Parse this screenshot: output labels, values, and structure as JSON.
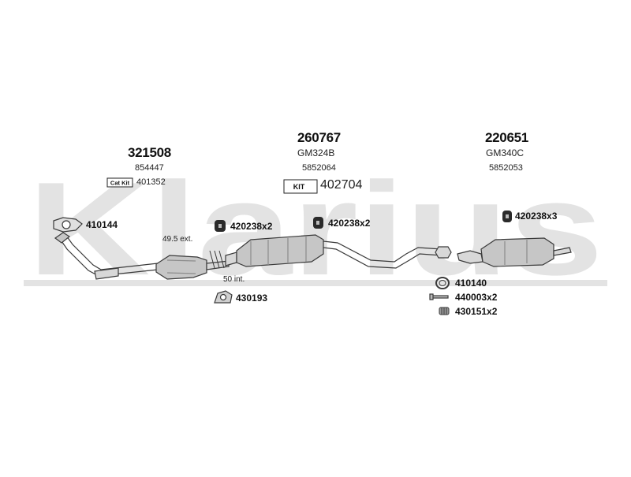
{
  "watermark": {
    "text": "Klarius",
    "color": "#e3e3e3"
  },
  "colors": {
    "line": "#3a3a3a",
    "metal": "#c6c6c6",
    "metal_dark": "#8c8c8c"
  },
  "groups": [
    {
      "main": "321508",
      "sub1": "854447",
      "badge": "Cat Kit",
      "sub2": "401352"
    },
    {
      "main": "260767",
      "sub1": "GM324B",
      "sub2": "5852064",
      "badge": "KIT",
      "kit": "402704"
    },
    {
      "main": "220651",
      "sub1": "GM340C",
      "sub2": "5852053"
    }
  ],
  "parts": [
    {
      "code": "410144",
      "icon": "gasket-icon"
    },
    {
      "code": "420238x2",
      "icon": "rubber-mount-icon"
    },
    {
      "code": "420238x2",
      "icon": "rubber-mount-icon"
    },
    {
      "code": "420238x3",
      "icon": "rubber-mount-icon"
    },
    {
      "code": "430193",
      "icon": "clamp-icon"
    },
    {
      "code": "410140",
      "icon": "ring-gasket-icon"
    },
    {
      "code": "440003x2",
      "icon": "bolt-icon"
    },
    {
      "code": "430151x2",
      "icon": "spring-icon"
    }
  ],
  "notes": {
    "ext": "49.5 ext.",
    "int": "50 int."
  }
}
